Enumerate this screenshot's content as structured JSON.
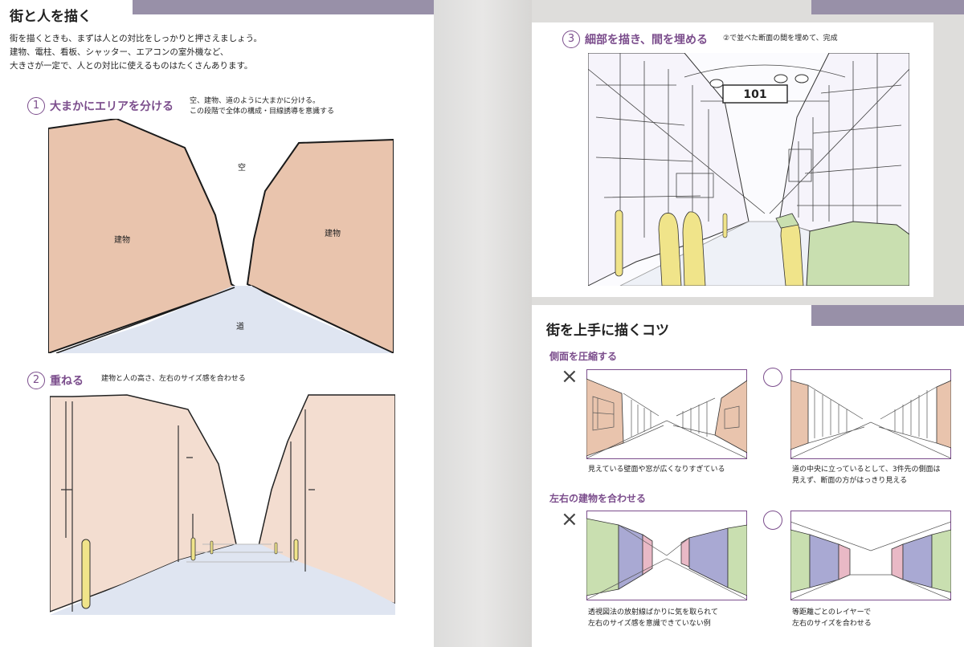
{
  "left": {
    "title": "街と人を描く",
    "intro": [
      "街を描くときも、まずは人との対比をしっかりと押さえましょう。",
      "建物、電柱、看板、シャッター、エアコンの室外機など、",
      "大きさが一定で、人との対比に使えるものはたくさんあります。"
    ],
    "step1": {
      "num": "1",
      "title": "大まかにエリアを分ける",
      "note": [
        "空、建物、道のように大まかに分ける。",
        "この段階で全体の構成・目線誘導を意識する"
      ],
      "labels": {
        "sky": "空",
        "building_left": "建物",
        "building_right": "建物",
        "road": "道"
      }
    },
    "step2": {
      "num": "2",
      "title": "重ねる",
      "note": "建物と人の高さ、左右のサイズ感を合わせる"
    }
  },
  "right": {
    "step3": {
      "num": "3",
      "title": "細部を描き、間を埋める",
      "note": "②で並べた断面の間を埋めて、完成",
      "sign_text": "101"
    },
    "tips": {
      "title": "街を上手に描くコツ",
      "section1": {
        "heading": "側面を圧縮する",
        "bad_mark": "×",
        "good_mark": "○",
        "bad_caption": [
          "見えている壁面や窓が広くなりすぎている"
        ],
        "good_caption": [
          "道の中央に立っているとして、3件先の側面は",
          "見えず、断面の方がはっきり見える"
        ]
      },
      "section2": {
        "heading": "左右の建物を合わせる",
        "bad_mark": "×",
        "good_mark": "○",
        "bad_caption": [
          "透視図法の放射線ばかりに気を取られて",
          "左右のサイズ感を意識できていない例"
        ],
        "good_caption": [
          "等距離ごとのレイヤーで",
          "左右のサイズを合わせる"
        ]
      }
    }
  },
  "colors": {
    "accent": "#7b4d8c",
    "building": "#e9c4ad",
    "building_light": "#f3ddd0",
    "road": "#dfe5f1",
    "figure": "#f0e48a",
    "green": "#c9dfb0",
    "purple_wall": "#a9a9d3",
    "pink_wall": "#e9b9c6"
  }
}
